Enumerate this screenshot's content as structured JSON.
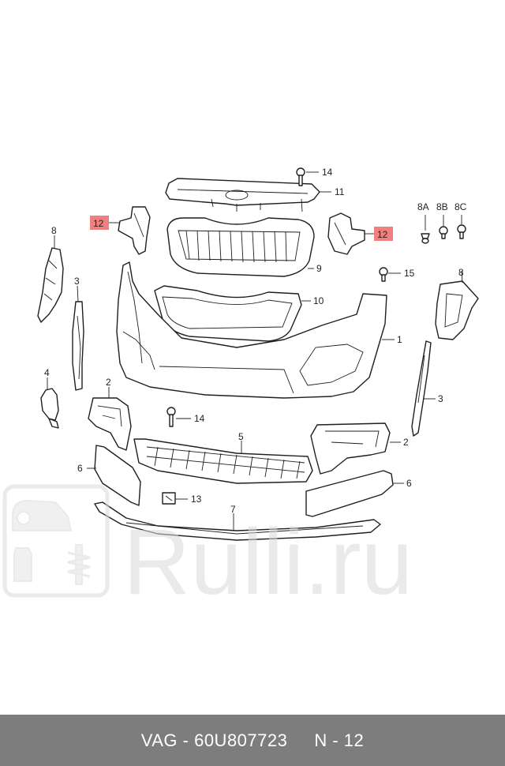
{
  "footer": {
    "part_number": "VAG - 60U807723",
    "page_ref": "N - 12"
  },
  "watermark": {
    "text": "Rulli.ru"
  },
  "callouts": {
    "c1": "1",
    "c2a": "2",
    "c2b": "2",
    "c3a": "3",
    "c3b": "3",
    "c4": "4",
    "c5": "5",
    "c6a": "6",
    "c6b": "6",
    "c7": "7",
    "c8a": "8",
    "c8b": "8",
    "c8A": "8A",
    "c8B": "8B",
    "c8C": "8C",
    "c9": "9",
    "c10": "10",
    "c11": "11",
    "c12a": "12",
    "c12b": "12",
    "c13": "13",
    "c14a": "14",
    "c14b": "14",
    "c15": "15"
  },
  "colors": {
    "highlight": "#f07f7f",
    "footer_bg": "#7d7d7d",
    "line": "#1f1f1f",
    "watermark": "#d9d9d9"
  }
}
